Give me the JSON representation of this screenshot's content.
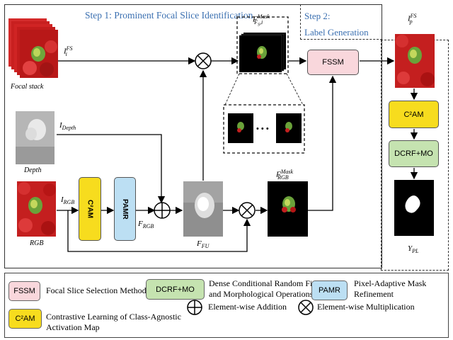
{
  "step1": {
    "title": "Step 1: Prominent Focal Slice Identification"
  },
  "step2": {
    "title_line1": "Step 2:",
    "title_line2": "Label Generation"
  },
  "inputs": {
    "focal_caption": "Focal stack",
    "depth_caption": "Depth",
    "rgb_caption": "RGB",
    "focal_symbol": "I",
    "focal_sub": "i",
    "focal_sup": "FS",
    "depth_symbol": "I",
    "depth_sub": "Depth",
    "rgb_symbol": "I",
    "rgb_sub": "RGB"
  },
  "modules": {
    "c2am": "C²AM",
    "pamr": "PAMR",
    "fssm": "FSSM",
    "c2am_right": "C²AM",
    "dcrf": "DCRF+MO"
  },
  "features": {
    "f_rgb_symbol": "F",
    "f_rgb_sub": "RGB",
    "f_fu_symbol": "F",
    "f_fu_sub": "FU",
    "mask_fs_symbol": "F",
    "mask_fs_sup": "Mask",
    "mask_fs_sub": "F",
    "mask_fs_subsub": "S",
    "mask_fs_subi": ",i",
    "mask_rgb_symbol": "F",
    "mask_rgb_sup": "Mask",
    "mask_rgb_sub": "RGB",
    "out_symbol": "I",
    "out_sup": "FS",
    "out_sub": "p",
    "pl_symbol": "Y",
    "pl_sub": "PL",
    "ellipsis": "• • •"
  },
  "legend": {
    "fssm_tag": "FSSM",
    "fssm_text": "Focal Slice Selection Method",
    "dcrf_tag": "DCRF+MO",
    "dcrf_text1": "Dense Conditional Random Field",
    "dcrf_text2": "and Morphological Operations",
    "pamr_tag": "PAMR",
    "pamr_text1": "Pixel-Adaptive Mask",
    "pamr_text2": "Refinement",
    "c2am_tag": "C²AM",
    "c2am_text1": "Contrastive Learning of Class-Agnostic",
    "c2am_text2": "Activation Map",
    "add_text": "Element-wise Addition",
    "mul_text": "Element-wise Multiplication"
  },
  "colors": {
    "title_blue": "#3a6fb0",
    "fssm_pink": "#f9d7dc",
    "c2am_yellow": "#f7dc1e",
    "pamr_blue": "#bcdff3",
    "dcrf_green": "#c5e3b0"
  }
}
